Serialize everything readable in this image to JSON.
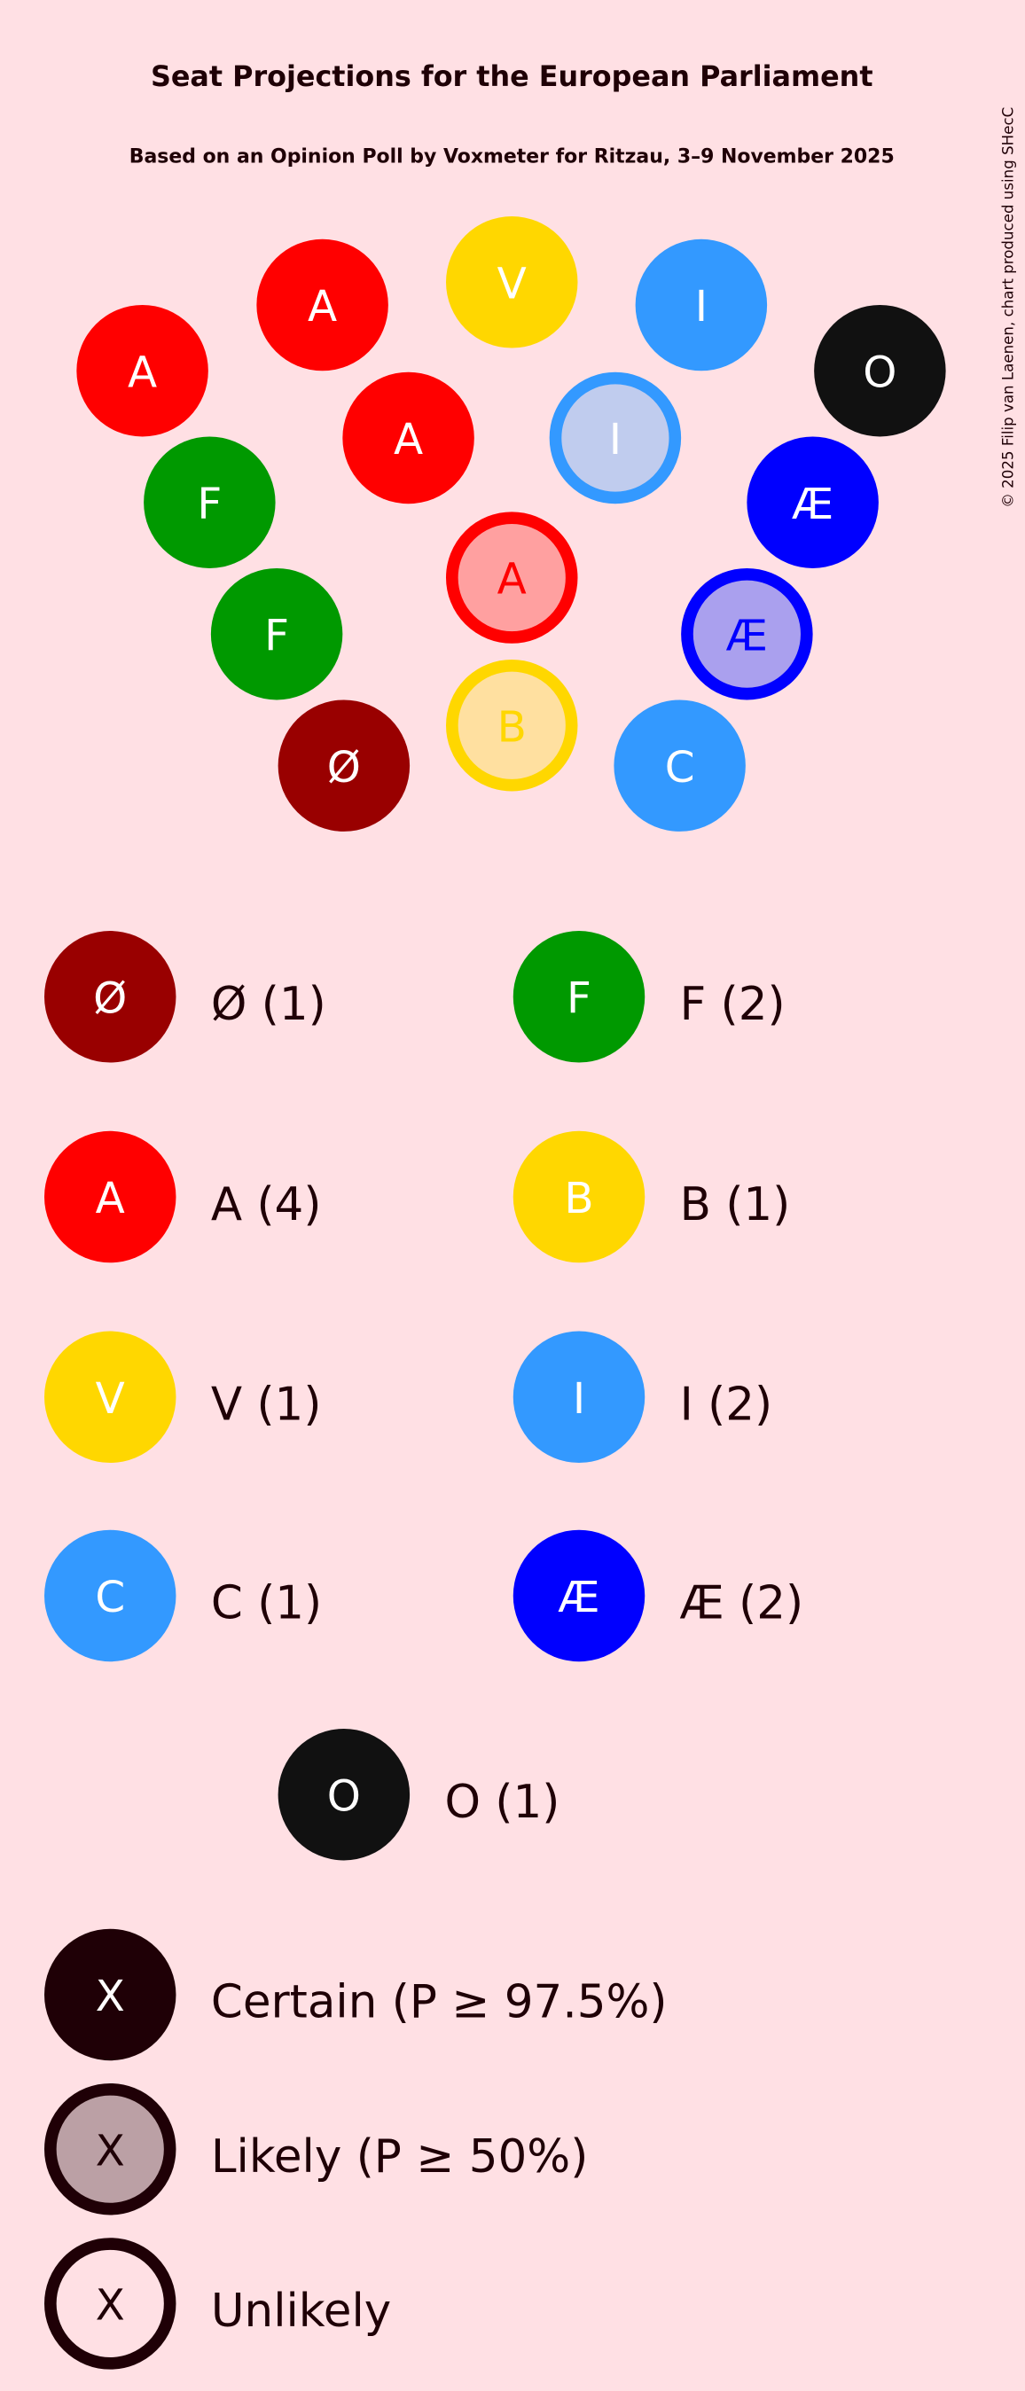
{
  "chart_data": {
    "type": "hemicycle",
    "title": "Seat Projections for the European Parliament",
    "subtitle": "Based on an Opinion Poll by Voxmeter for Ritzau, 3–9 November 2025",
    "copyright": "© 2025 Filip van Laenen, chart produced using SHecC",
    "parties": [
      {
        "id": "Ø",
        "label": "Ø (1)",
        "seats": 1,
        "color": "#990000",
        "text_color": "#ffffff"
      },
      {
        "id": "F",
        "label": "F (2)",
        "seats": 2,
        "color": "#009900",
        "text_color": "#ffffff"
      },
      {
        "id": "A",
        "label": "A (4)",
        "seats": 4,
        "color": "#ff0000",
        "text_color": "#ffffff"
      },
      {
        "id": "B",
        "label": "B (1)",
        "seats": 1,
        "color": "#ffd700",
        "text_color": "#ffffff"
      },
      {
        "id": "V",
        "label": "V (1)",
        "seats": 1,
        "color": "#ffd700",
        "text_color": "#ffffff"
      },
      {
        "id": "I",
        "label": "I (2)",
        "seats": 2,
        "color": "#3399ff",
        "text_color": "#ffffff"
      },
      {
        "id": "C",
        "label": "C (1)",
        "seats": 1,
        "color": "#3399ff",
        "text_color": "#ffffff"
      },
      {
        "id": "Æ",
        "label": "Æ (2)",
        "seats": 2,
        "color": "#0000ff",
        "text_color": "#ffffff"
      },
      {
        "id": "O",
        "label": "O (1)",
        "seats": 1,
        "color": "#111111",
        "text_color": "#ffffff"
      }
    ],
    "seats": [
      {
        "party": "A",
        "status": "certain"
      },
      {
        "party": "A",
        "status": "certain"
      },
      {
        "party": "V",
        "status": "certain"
      },
      {
        "party": "I",
        "status": "certain"
      },
      {
        "party": "O",
        "status": "certain"
      },
      {
        "party": "A",
        "status": "certain"
      },
      {
        "party": "I",
        "status": "likely",
        "fill": "#c0ccee"
      },
      {
        "party": "F",
        "status": "certain"
      },
      {
        "party": "Æ",
        "status": "certain"
      },
      {
        "party": "A",
        "status": "likely",
        "fill": "#ffa0a0",
        "text_color": "#ff0000"
      },
      {
        "party": "F",
        "status": "certain"
      },
      {
        "party": "Æ",
        "status": "likely",
        "fill": "#aaa0ee",
        "text_color": "#0000ff"
      },
      {
        "party": "B",
        "status": "likely",
        "fill": "#ffe0a0",
        "text_color": "#ffd700"
      },
      {
        "party": "Ø",
        "status": "certain"
      },
      {
        "party": "C",
        "status": "certain"
      }
    ],
    "status_legend": [
      {
        "symbol": "X",
        "label": "Certain (P ≥ 97.5%)",
        "status": "certain",
        "fill": "#1f0006"
      },
      {
        "symbol": "X",
        "label": "Likely (P ≥ 50%)",
        "status": "likely",
        "fill": "#bba0a5"
      },
      {
        "symbol": "X",
        "label": "Unlikely",
        "status": "unlikely",
        "fill": "none"
      }
    ]
  }
}
